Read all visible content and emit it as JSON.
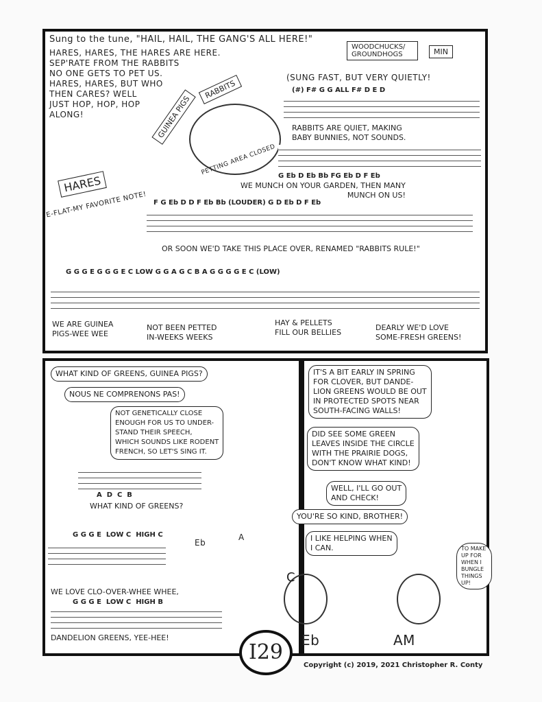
{
  "panel1": {
    "intro": "Sung to the tune, \"HAIL, HAIL, THE GANG'S ALL HERE!\"",
    "hares_song": "HARES, HARES, THE HARES ARE HERE.\nSEP'RATE FROM THE RABBITS\nNO ONE GETS TO PET US.\nHARES, HARES, BUT WHO\nTHEN CARES? WELL\nJUST HOP, HOP, HOP\nALONG!",
    "signs": [
      "WOODCHUCKS/ GROUNDHOGS",
      "MIN",
      "GUINEA PIGS",
      "RABBITS",
      "PETTING AREA CLOSED",
      "HARES"
    ],
    "favorite_note": "E-FLAT-MY FAVORITE NOTE!",
    "rabbits_direction": "(SUNG FAST, BUT VERY QUIETLY!",
    "rabbits_notes": "(#) F# G G ALL F# D E D",
    "rabbits_lyric": "RABBITS ARE QUIET, MAKING\nBABY BUNNIES, NOT SOUNDS.",
    "munch_notes": "G Eb D Eb Bb FG Eb D F Eb",
    "munch_lyric": "WE MUNCH ON YOUR GARDEN, THEN MANY\nMUNCH ON US!",
    "louder_notes": "F G Eb D D  F Eb Bb (LOUDER) G D Eb D F Eb",
    "louder_lyric": "OR SOON WE'D TAKE THIS PLACE OVER, RENAMED \"RABBITS RULE!\"",
    "gp_notes": "G G G E  G G G E C LOW  G G A G  C B A G  G G G E C (LOW)",
    "gp_lyrics": [
      "WE ARE GUINEA\nPIGS-WEE WEE",
      "NOT BEEN PETTED\nIN-WEEKS WEEKS",
      "HAY & PELLETS\nFILL OUR BELLIES",
      "DEARLY WE'D LOVE\nSOME-FRESH GREENS!"
    ]
  },
  "panel2": {
    "q": "WHAT KIND OF GREENS, GUINEA PIGS?",
    "fr": "NOUS NE COMPRENONS PAS!",
    "expl": "NOT GENETICALLY CLOSE\nENOUGH FOR US TO UNDER-\nSTAND THEIR SPEECH,\nWHICH SOUNDS LIKE RODENT\nFRENCH, SO LET'S SING IT.",
    "notes1": "A  D  C  B",
    "lyric1": "WHAT KIND OF GREENS?",
    "notes2": "G G G E  LOW C  HIGH C",
    "lyric2": "WE LOVE CLO-OVER-WHEE WHEE,",
    "notes3": "G G G E  LOW C  HIGH B",
    "lyric3": "DANDELION GREENS, YEE-HEE!",
    "char_labels": [
      "Eb",
      "A"
    ]
  },
  "panel3": {
    "b1": "IT'S A BIT EARLY IN SPRING\nFOR CLOVER, BUT DANDE-\nLION GREENS WOULD BE OUT\nIN PROTECTED SPOTS NEAR\nSOUTH-FACING WALLS!",
    "b2": "DID SEE SOME GREEN\nLEAVES INSIDE THE CIRCLE\nWITH THE PRAIRIE DOGS,\nDON'T KNOW WHAT KIND!",
    "b3": "WELL, I'LL GO OUT\nAND CHECK!",
    "b4": "YOU'RE SO KIND, BROTHER!",
    "b5": "I LIKE HELPING WHEN\nI CAN.",
    "b6": "TO MAKE UP FOR WHEN I BUNGLE THINGS UP!",
    "labels": [
      "C",
      "Eb",
      "AM"
    ]
  },
  "page_number": "I29",
  "copyright": "Copyright (c) 2019, 2021 Christopher R. Conty"
}
